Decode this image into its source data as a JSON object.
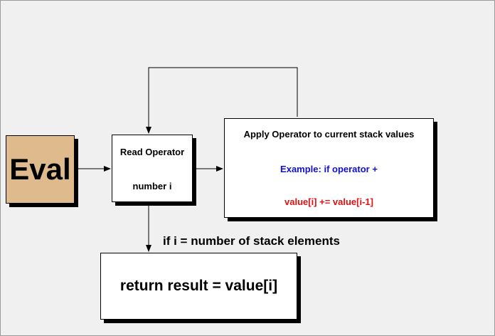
{
  "diagram": {
    "eval_label": "Eval",
    "read_operator": {
      "title": "Read Operator",
      "subtitle": "number i"
    },
    "apply_operator": {
      "title": "Apply Operator to current stack values",
      "example": "Example: if operator +",
      "code": "value[i] += value[i-1]"
    },
    "condition": "if i = number of stack elements",
    "return_label": "return result = value[i]"
  },
  "colors": {
    "background": "#f0f0f0",
    "eval_fill": "#deba8c",
    "example_text": "#1010d0",
    "code_text": "#e01010"
  }
}
